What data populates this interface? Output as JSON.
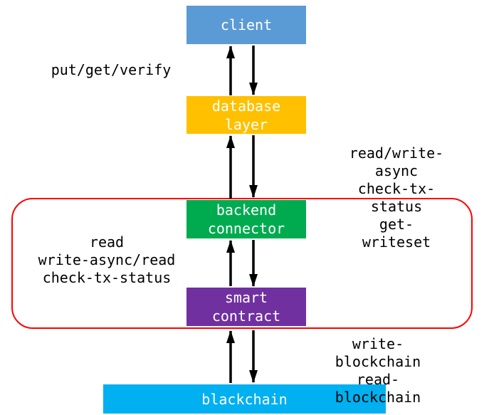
{
  "diagram": {
    "title": "blockchain database layering diagram",
    "nodes": [
      {
        "id": "client",
        "label": "client",
        "color": "#5b9bd5"
      },
      {
        "id": "database-layer",
        "label": "database\nlayer",
        "color": "#ffc000"
      },
      {
        "id": "backend-connector",
        "label": "backend\nconnector",
        "color": "#00ab50"
      },
      {
        "id": "smart-contract",
        "label": "smart\ncontract",
        "color": "#7030a0"
      },
      {
        "id": "blackchain",
        "label": "blackchain",
        "color": "#00b0f0"
      }
    ],
    "edge_labels": [
      {
        "between": "client / database layer",
        "text": "put/get/verify"
      },
      {
        "between": "database layer / backend connector",
        "text": "read/write-async\ncheck-tx-status\nget-writeset"
      },
      {
        "between": "backend connector / smart contract",
        "text": "read\nwrite-async/read\ncheck-tx-status"
      },
      {
        "between": "smart contract / blackchain",
        "text": "write-blockchain\nread-blockchain"
      }
    ],
    "connections": [
      {
        "from": "client",
        "to": "database layer",
        "style": "double arrow up/down"
      },
      {
        "from": "database layer",
        "to": "backend connector",
        "style": "double arrow up/down"
      },
      {
        "from": "backend connector",
        "to": "smart contract",
        "style": "double arrow up/down"
      },
      {
        "from": "smart contract",
        "to": "blackchain",
        "style": "double arrow up/down"
      }
    ],
    "colors": {
      "arrow": "#000000",
      "boundary_outline": "#ff0000",
      "node_text": "#ffffff",
      "label_text": "#000000",
      "background": "#ffffff"
    }
  }
}
